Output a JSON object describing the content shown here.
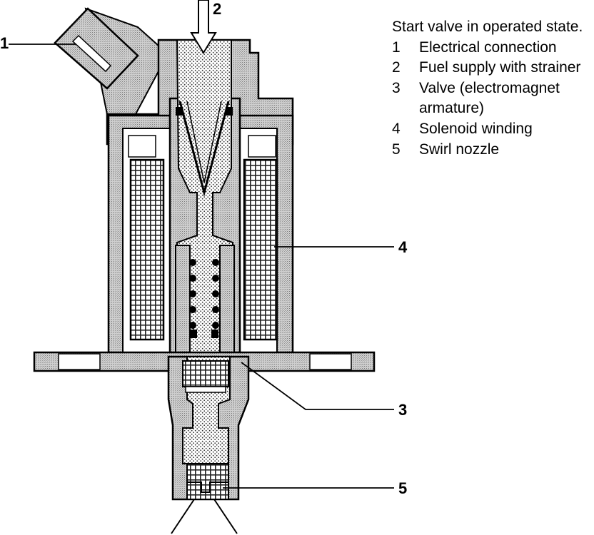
{
  "callouts": {
    "c1": "1",
    "c2": "2",
    "c3": "3",
    "c4": "4",
    "c5": "5"
  },
  "caption": {
    "title": "Start valve in operated state.",
    "items": [
      {
        "num": "1",
        "text": "Electrical connection"
      },
      {
        "num": "2",
        "text": "Fuel supply with strainer"
      },
      {
        "num": "3",
        "text": "Valve (electromagnet armature)"
      },
      {
        "num": "4",
        "text": "Solenoid winding"
      },
      {
        "num": "5",
        "text": "Swirl nozzle"
      }
    ]
  }
}
